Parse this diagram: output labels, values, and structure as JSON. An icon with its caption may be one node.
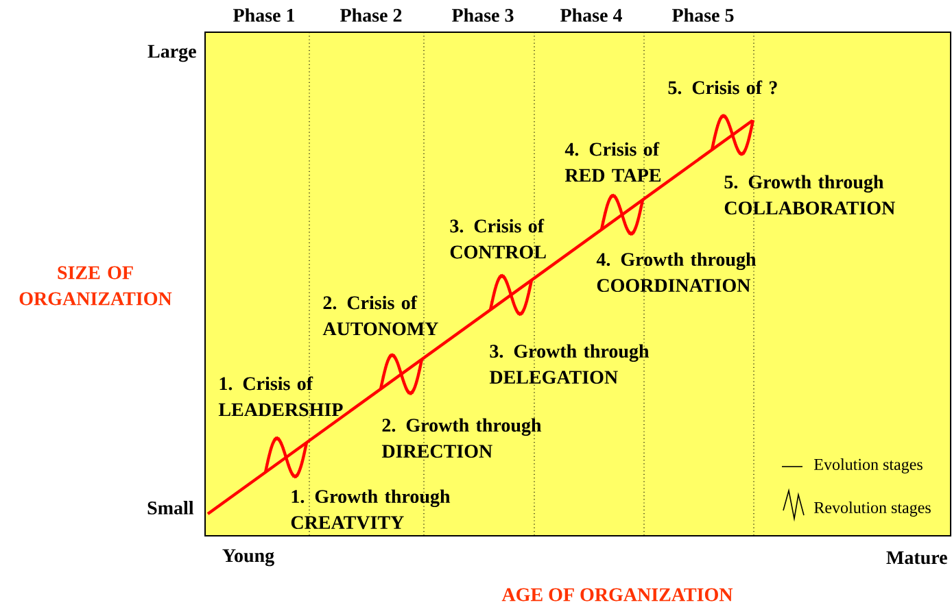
{
  "diagram": {
    "labels": [
      "Phase 1",
      "Phase 2",
      "Phase 3",
      "Phase 4",
      "Phase 5",
      "Large",
      "SIZE OF ORGANIZATION",
      "1. Crisis of LEADERSHIP",
      "1. Growth through CREATVITY",
      "2. Crisis of AUTONOMY",
      "2. Growth through DIRECTION",
      "3. Crisis of CONTROL",
      "3. Growth through DELEGATION",
      "4. Crisis of RED TAPE",
      "4. Growth through COORDINATION",
      "5. Crisis of ?",
      "5. Growth through COLLABORATION",
      "Small",
      "Young",
      "Mature",
      "AGE OF ORGANIZATION"
    ],
    "legend": [
      {
        "text": "Evolution stages"
      },
      {
        "text": "Revolution stages"
      }
    ]
  }
}
